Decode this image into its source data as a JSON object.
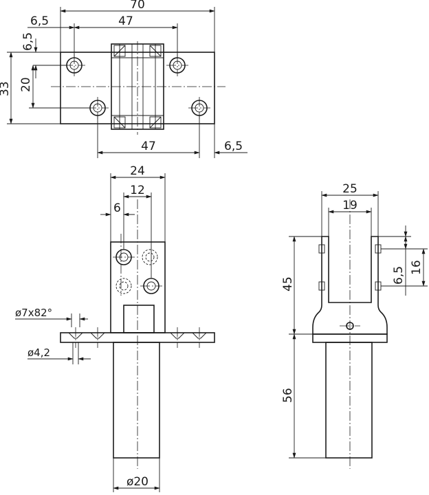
{
  "top_view": {
    "dim_width_total": "70",
    "dim_left_offset": "6,5",
    "dim_hole_spacing_top": "47",
    "dim_top_offset": "6,5",
    "dim_height_total": "33",
    "dim_hole_spacing_vertical": "20",
    "dim_hole_spacing_bottom": "47",
    "dim_right_offset": "6,5"
  },
  "front_view": {
    "dim_width": "24",
    "dim_half_width": "12",
    "dim_hole_offset": "6",
    "dim_countersink": "ø7x82°",
    "dim_hole_diameter": "ø4,2",
    "dim_tube_diameter": "ø20"
  },
  "side_view": {
    "dim_outer_width": "25",
    "dim_inner_width": "19",
    "dim_slot_height": "6,5",
    "dim_slot_spacing": "16",
    "dim_bracket_height": "45",
    "dim_tube_length": "56"
  }
}
